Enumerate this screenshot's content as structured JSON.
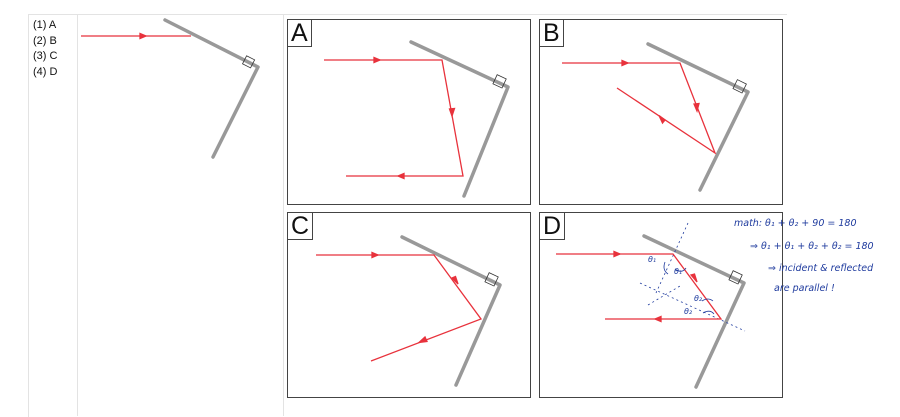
{
  "options": [
    {
      "num": "(1)",
      "letter": "A"
    },
    {
      "num": "(2)",
      "letter": "B"
    },
    {
      "num": "(3)",
      "letter": "C"
    },
    {
      "num": "(4)",
      "letter": "D"
    }
  ],
  "panels": [
    {
      "id": "A",
      "label": "A"
    },
    {
      "id": "B",
      "label": "B"
    },
    {
      "id": "C",
      "label": "C"
    },
    {
      "id": "D",
      "label": "D"
    }
  ],
  "annotation": {
    "line1": "math: θ₁ + θ₂ + 90 = 180",
    "line2": "⇒  θ₁ + θ₁ + θ₂ + θ₂ = 180",
    "line3": "⇒  incident & reflected",
    "line4": "are parallel !",
    "theta1": "θ₁",
    "theta2": "θ₂"
  },
  "colors": {
    "mirror": "#999999",
    "ray": "#e8323c",
    "ink": "#1f3b9e"
  }
}
